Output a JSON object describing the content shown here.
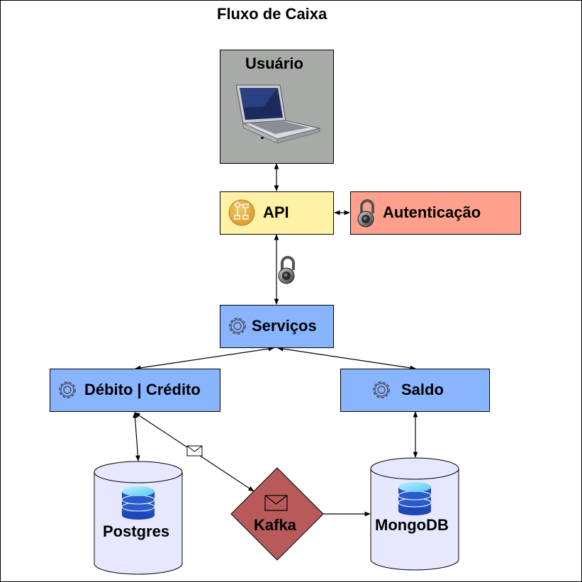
{
  "diagram": {
    "title": "Fluxo de Caixa",
    "nodes": {
      "usuario": {
        "label": "Usuário",
        "fill": "#a8aaa8"
      },
      "api": {
        "label": "API",
        "fill": "#fff2a6"
      },
      "autenticacao": {
        "label": "Autenticação",
        "fill": "#ffa08c"
      },
      "servicos": {
        "label": "Serviços",
        "fill": "#89b4ff"
      },
      "debito_credito": {
        "label": "Débito | Crédito",
        "fill": "#89b4ff"
      },
      "saldo": {
        "label": "Saldo",
        "fill": "#89b4ff"
      },
      "postgres": {
        "label": "Postgres",
        "fill": "#e6e8ff"
      },
      "kafka": {
        "label": "Kafka",
        "fill": "#b85a5a"
      },
      "mongodb": {
        "label": "MongoDB",
        "fill": "#e6e8ff"
      }
    },
    "edges": [
      {
        "from": "usuario",
        "to": "api",
        "direction": "both"
      },
      {
        "from": "api",
        "to": "autenticacao",
        "direction": "both"
      },
      {
        "from": "api",
        "to": "servicos",
        "direction": "both",
        "icon": "padlock-icon"
      },
      {
        "from": "servicos",
        "to": "debito_credito",
        "direction": "both"
      },
      {
        "from": "servicos",
        "to": "saldo",
        "direction": "both"
      },
      {
        "from": "debito_credito",
        "to": "postgres",
        "direction": "both"
      },
      {
        "from": "debito_credito",
        "to": "kafka",
        "direction": "forward",
        "icon": "envelope-icon"
      },
      {
        "from": "kafka",
        "to": "mongodb",
        "direction": "forward"
      },
      {
        "from": "saldo",
        "to": "mongodb",
        "direction": "both"
      }
    ],
    "icons": {
      "usuario": "laptop-icon",
      "api": "workflow-icon",
      "autenticacao": "padlock-icon",
      "servicos": "gear-icon",
      "debito_credito": "gear-icon",
      "saldo": "gear-icon",
      "postgres": "database-icon",
      "kafka": "envelope-icon",
      "mongodb": "database-icon"
    }
  }
}
